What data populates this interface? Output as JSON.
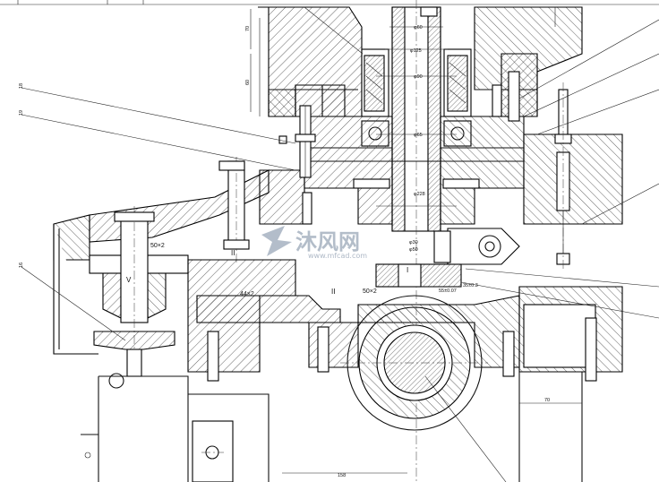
{
  "dimensions": {
    "phi60": "φ60",
    "phi125": "φ125",
    "phi90": "φ90",
    "phi65": "φ65",
    "phi228": "φ228",
    "phi30": "φ30",
    "phi50": "φ50",
    "h70": "70",
    "h60": "60",
    "d50x2_left": "50×2",
    "d44x2": "44×2",
    "d50x2_right": "50×2",
    "d55": "55±0.07",
    "d35": "35±0.3",
    "w158": "158",
    "w70": "70"
  },
  "part_labels": {
    "l18": "18",
    "l19": "19",
    "l16": "16",
    "part_I": "I",
    "part_II_left": "II",
    "part_II_right": "II",
    "part_V": "V"
  },
  "watermark": {
    "text": "沐风网",
    "url": "www.mfcad.com"
  },
  "colors": {
    "line": "#111111",
    "watermark": "#9aa7b8",
    "background": "#ffffff"
  }
}
